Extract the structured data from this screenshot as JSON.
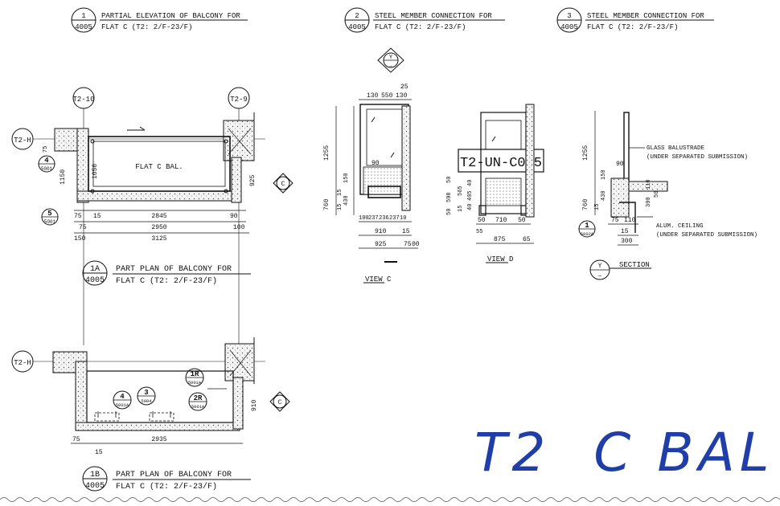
{
  "titles": {
    "t1": {
      "num": "1",
      "sheet": "4005",
      "line1": "PARTIAL ELEVATION OF BALCONY FOR",
      "line2": "FLAT C (T2: 2/F-23/F)"
    },
    "t2": {
      "num": "2",
      "sheet": "4005",
      "line1": "STEEL MEMBER CONNECTION FOR",
      "line2": "FLAT C (T2: 2/F-23/F)"
    },
    "t3": {
      "num": "3",
      "sheet": "4005",
      "line1": "STEEL MEMBER CONNECTION FOR",
      "line2": "FLAT C (T2: 2/F-23/F)"
    },
    "t1a": {
      "num": "1A",
      "sheet": "4005",
      "line1": "PART PLAN OF BALCONY FOR",
      "line2": "FLAT C (T2: 2/F-23/F)"
    },
    "t1b": {
      "num": "1B",
      "sheet": "4005",
      "line1": "PART PLAN OF BALCONY FOR",
      "line2": "FLAT C (T2: 2/F-23/F)"
    }
  },
  "grid": {
    "g1": "T2-10",
    "g2": "T2-9",
    "h1": "T2-H",
    "h2": "T2-H"
  },
  "plan1": {
    "label": "FLAT C BAL.",
    "dim_h": [
      "15",
      "2845",
      "90",
      "2950",
      "100",
      "3125",
      "75",
      "75",
      "150"
    ],
    "dim_v": [
      "75",
      "1150",
      "1050",
      "925"
    ],
    "callout_c": "C",
    "tag4": {
      "num": "4",
      "ref": "5001"
    },
    "tag5": {
      "num": "5",
      "ref": "5001"
    }
  },
  "viewc": {
    "marker": "Y",
    "dims_top": [
      "130",
      "550",
      "130",
      "25"
    ],
    "dims_left": [
      "1255",
      "760",
      "150",
      "430",
      "15",
      "15"
    ],
    "dim_90": "90",
    "dims_bottom": [
      "100",
      "237",
      "236",
      "237",
      "10",
      "910",
      "15",
      "925",
      "75",
      "00"
    ],
    "label": "VIEW C"
  },
  "tag_label": "T2-UN-C005",
  "viewd": {
    "dims_left": [
      "50",
      "598",
      "50",
      "565",
      "15",
      "40",
      "405",
      "40"
    ],
    "dims_bottom": [
      "50",
      "710",
      "50",
      "55",
      "875",
      "65"
    ],
    "label": "VIEW D"
  },
  "section": {
    "dims": [
      "1255",
      "760",
      "15",
      "430",
      "150",
      "90",
      "300",
      "110",
      "50",
      "75",
      "110",
      "15",
      "300"
    ],
    "note1": [
      "GLASS BALUSTRADE",
      "(UNDER SEPARATED SUBMISSION)"
    ],
    "note2": [
      "ALUM. CEILING",
      "(UNDER SEPARATED SUBMISSION)"
    ],
    "tag1": {
      "num": "1",
      "ref": "6002A"
    },
    "marker": "Y",
    "label": "SECTION"
  },
  "plan2": {
    "dims": [
      "75",
      "15",
      "2935",
      "910"
    ],
    "callout_c": "C",
    "tags": [
      {
        "num": "4",
        "ref": "5001A"
      },
      {
        "num": "3",
        "ref": "5004"
      },
      {
        "num": "1R",
        "ref": "5001A"
      },
      {
        "num": "2R",
        "ref": "5001A"
      }
    ]
  },
  "handwriting": "T2  C BAL",
  "colors": {
    "ink": "#111111",
    "handwriting": "#1f3ea8"
  }
}
